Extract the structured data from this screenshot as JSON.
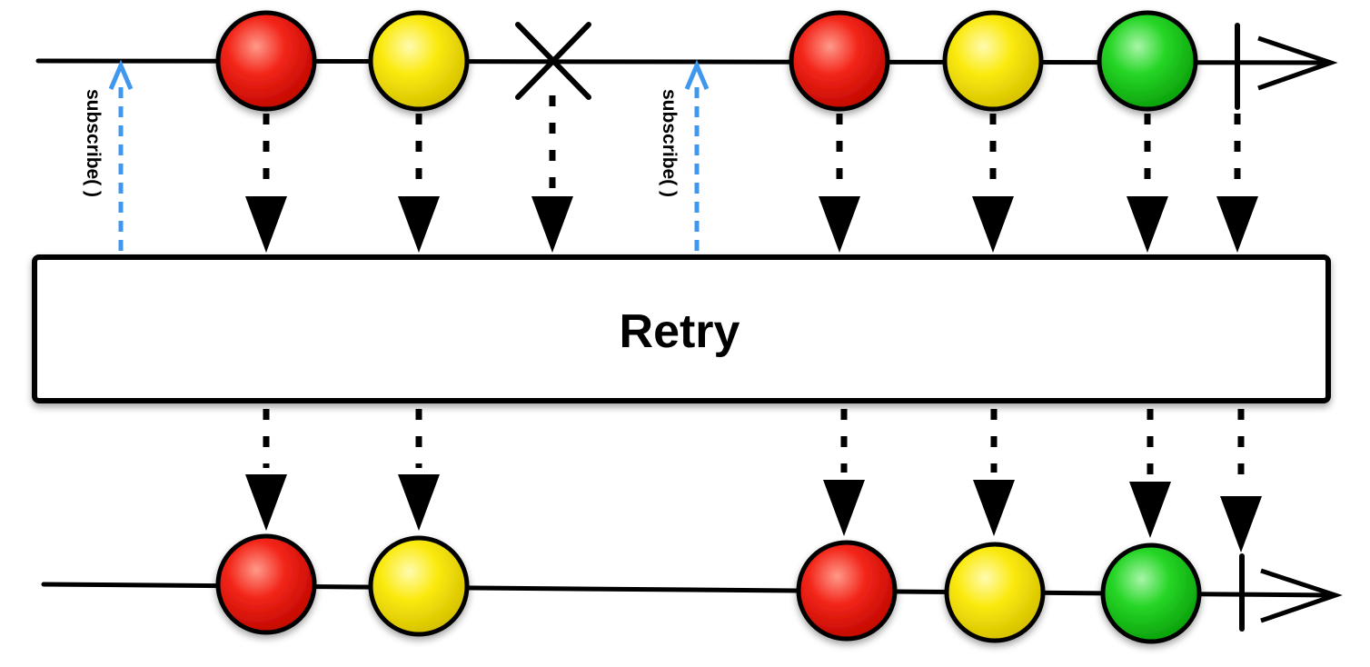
{
  "operator": {
    "label": "Retry"
  },
  "subscribe_label": "subscribe( )",
  "colors": {
    "red": "#e8120c",
    "yellow": "#f3e000",
    "green": "#1ec81e",
    "subscribe_arrow": "#3f97ee",
    "line": "#000000",
    "box_fill": "#ffffff"
  },
  "source": {
    "description": "source stream: two subscriptions; first emits red, yellow then errors; second emits red, yellow, green then completes",
    "events": [
      {
        "type": "subscribe"
      },
      {
        "type": "item",
        "color": "red"
      },
      {
        "type": "item",
        "color": "yellow"
      },
      {
        "type": "error"
      },
      {
        "type": "subscribe"
      },
      {
        "type": "item",
        "color": "red"
      },
      {
        "type": "item",
        "color": "yellow"
      },
      {
        "type": "item",
        "color": "green"
      },
      {
        "type": "complete"
      }
    ]
  },
  "result": {
    "events": [
      {
        "type": "item",
        "color": "red"
      },
      {
        "type": "item",
        "color": "yellow"
      },
      {
        "type": "item",
        "color": "red"
      },
      {
        "type": "item",
        "color": "yellow"
      },
      {
        "type": "item",
        "color": "green"
      },
      {
        "type": "complete"
      }
    ]
  }
}
